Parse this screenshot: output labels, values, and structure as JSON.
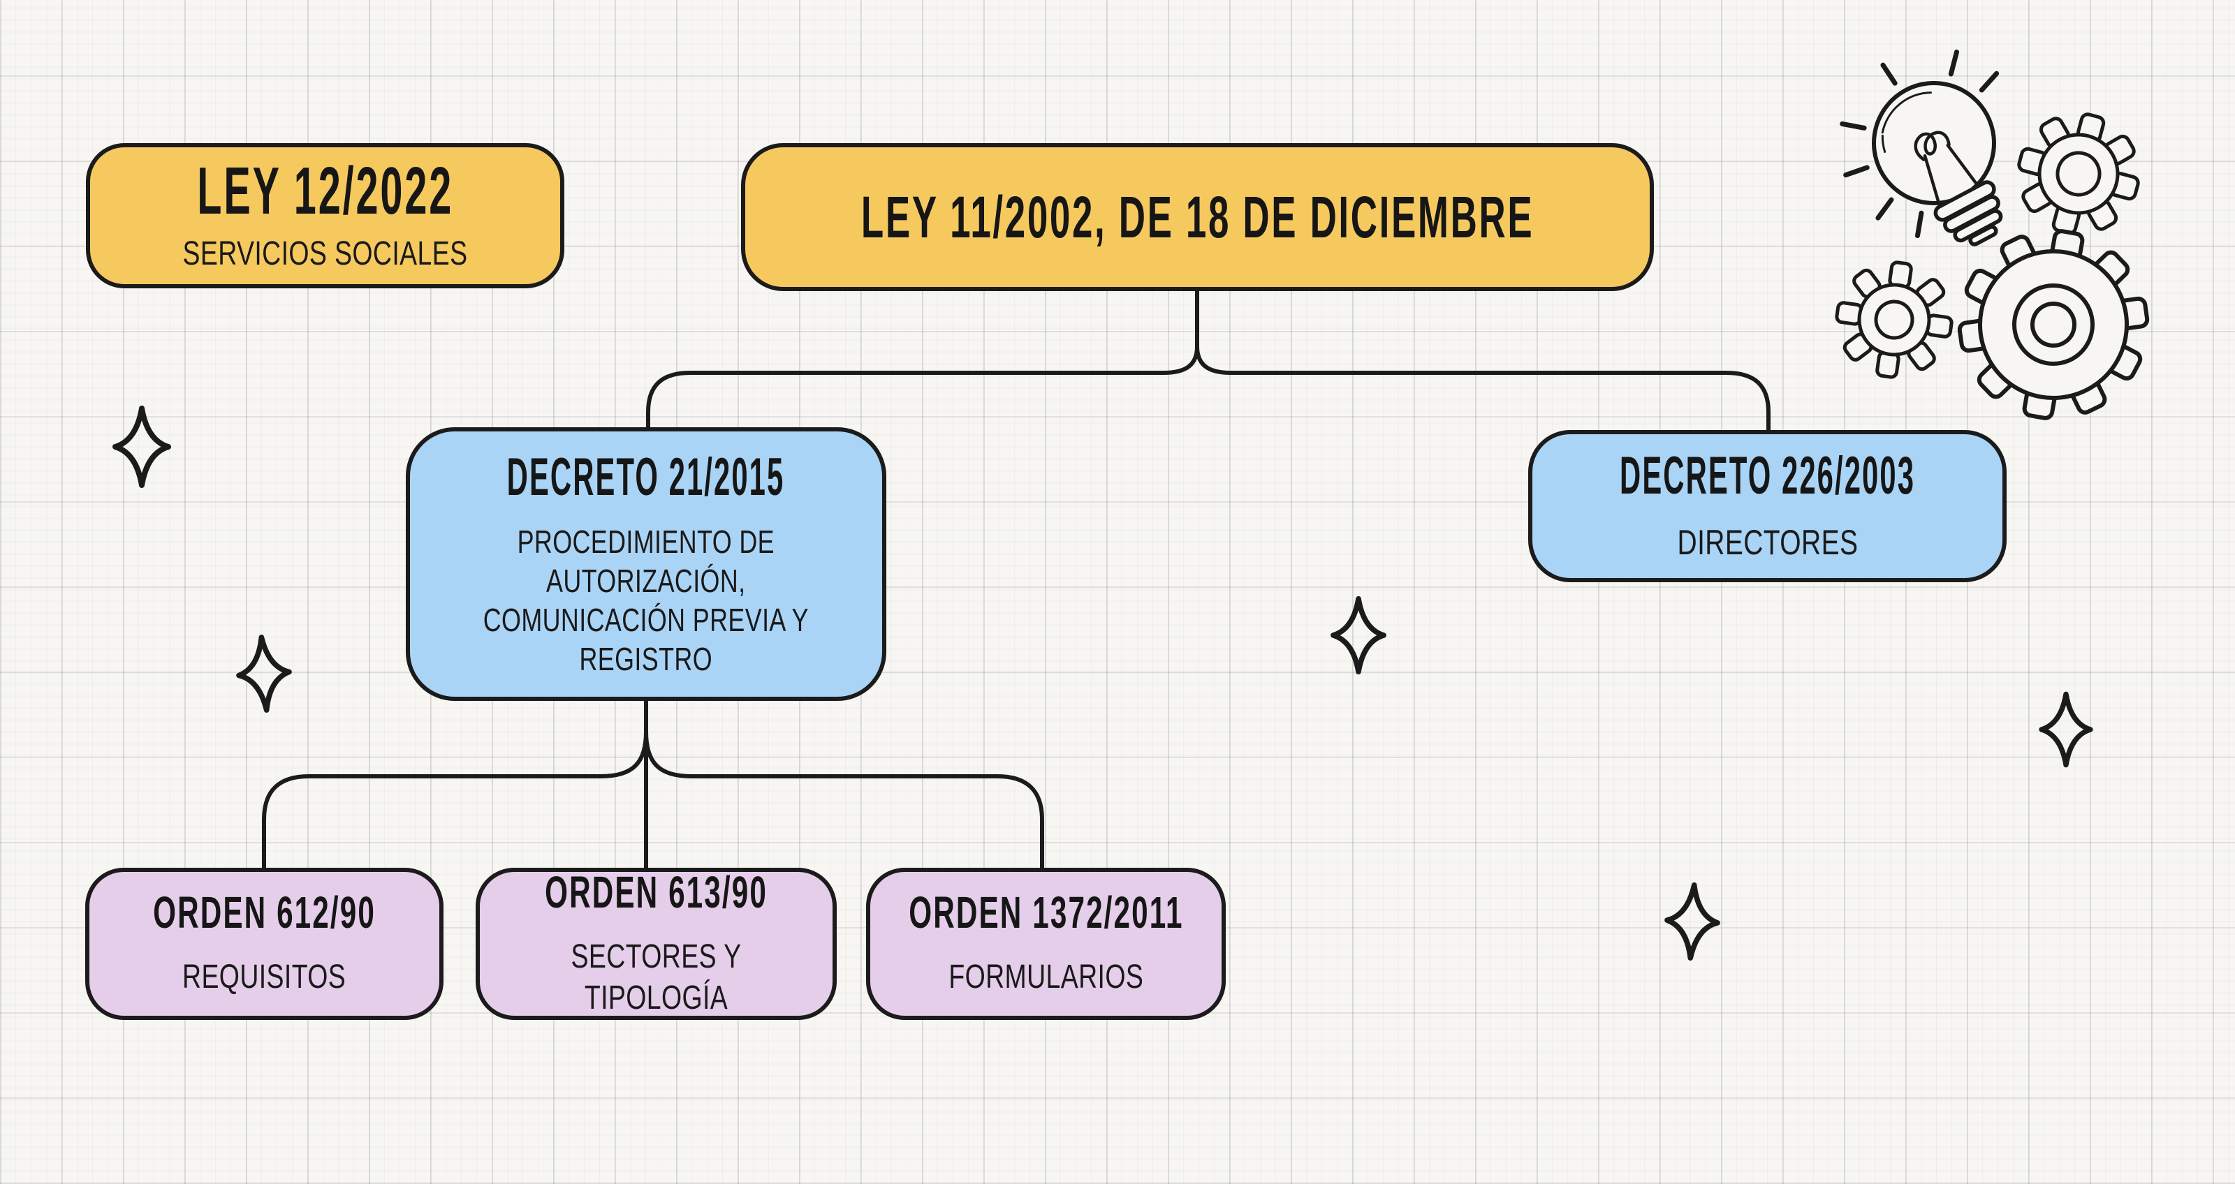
{
  "app": {
    "type": "legal-regulations-mind-map",
    "background": "grid-paper"
  },
  "colors": {
    "node_yellow": "#F6C95F",
    "node_blue": "#AAD4F6",
    "node_purple": "#E5CEEA",
    "ink": "#1B1B1B",
    "paper": "#F7F6F3"
  },
  "nodes": [
    {
      "id": "ley-12-2022",
      "category": "ley",
      "color": "#F6C95F",
      "title": "LEY 12/2022",
      "subtitle": "SERVICIOS SOCIALES"
    },
    {
      "id": "ley-11-2002",
      "category": "ley",
      "color": "#F6C95F",
      "title": "LEY 11/2002, DE 18 DE DICIEMBRE",
      "subtitle": ""
    },
    {
      "id": "decreto-21-2015",
      "category": "decreto",
      "color": "#AAD4F6",
      "title": "DECRETO 21/2015",
      "subtitle": "PROCEDIMIENTO DE\nAUTORIZACIÓN,\nCOMUNICACIÓN PREVIA Y\nREGISTRO"
    },
    {
      "id": "decreto-226-2003",
      "category": "decreto",
      "color": "#AAD4F6",
      "title": "DECRETO 226/2003",
      "subtitle": "DIRECTORES"
    },
    {
      "id": "orden-612-90",
      "category": "orden",
      "color": "#E5CEEA",
      "title": "ORDEN 612/90",
      "subtitle": "REQUISITOS"
    },
    {
      "id": "orden-613-90",
      "category": "orden",
      "color": "#E5CEEA",
      "title": "ORDEN 613/90",
      "subtitle": "SECTORES Y TIPOLOGÍA"
    },
    {
      "id": "orden-1372-2011",
      "category": "orden",
      "color": "#E5CEEA",
      "title": "ORDEN 1372/2011",
      "subtitle": "FORMULARIOS"
    }
  ],
  "edges": [
    {
      "from": "ley-11-2002",
      "to": "decreto-21-2015"
    },
    {
      "from": "ley-11-2002",
      "to": "decreto-226-2003"
    },
    {
      "from": "decreto-21-2015",
      "to": "orden-612-90"
    },
    {
      "from": "decreto-21-2015",
      "to": "orden-613-90"
    },
    {
      "from": "decreto-21-2015",
      "to": "orden-1372-2011"
    }
  ],
  "decorations": {
    "icons": [
      "lightbulb-doodle",
      "gear-icon",
      "gear-icon",
      "gear-icon",
      "sparkle-icon",
      "sparkle-icon",
      "sparkle-icon",
      "sparkle-icon",
      "sparkle-icon"
    ]
  }
}
